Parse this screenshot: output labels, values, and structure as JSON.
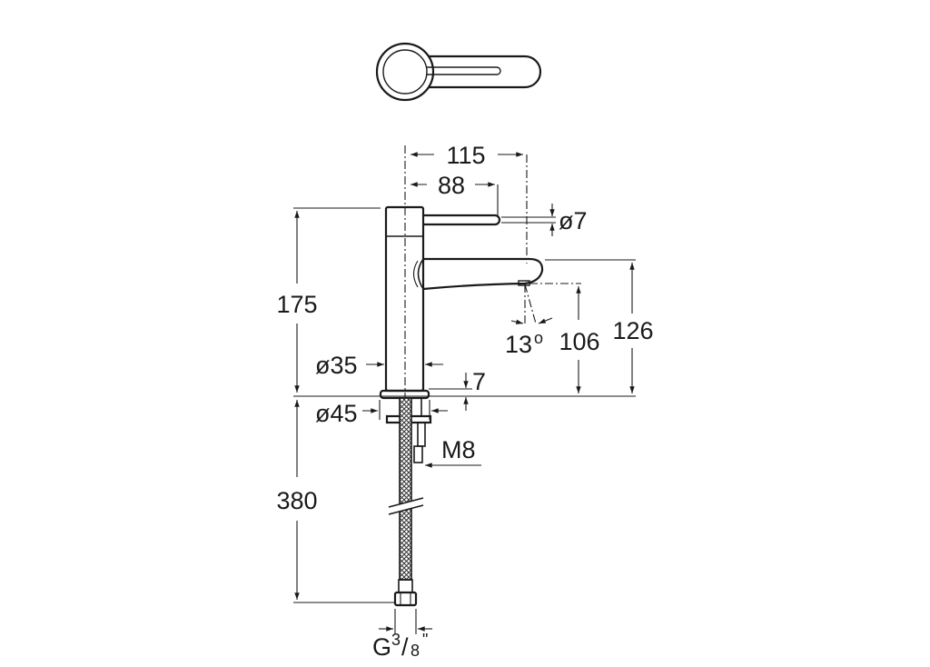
{
  "drawing": {
    "title": "Basin mixer tap dimensional drawing",
    "units": "mm",
    "views": [
      "top-view-handle",
      "side-elevation"
    ],
    "dimensions": {
      "overall_reach": "115",
      "handle_reach": "88",
      "handle_diameter": "ø7",
      "body_height": "175",
      "spout_outlet_height": "106",
      "spout_top_height": "126",
      "spout_angle_value": "13",
      "spout_angle_unit": "o",
      "body_diameter": "ø35",
      "base_diameter": "ø45",
      "base_thickness": "7",
      "stud_thread": "M8",
      "hose_length": "380",
      "hose_connection_prefix": "G",
      "hose_connection_num": "3",
      "hose_connection_den": "8",
      "hose_connection_unit": "\""
    },
    "colors": {
      "line": "#1a1a1a",
      "background": "#ffffff"
    }
  }
}
